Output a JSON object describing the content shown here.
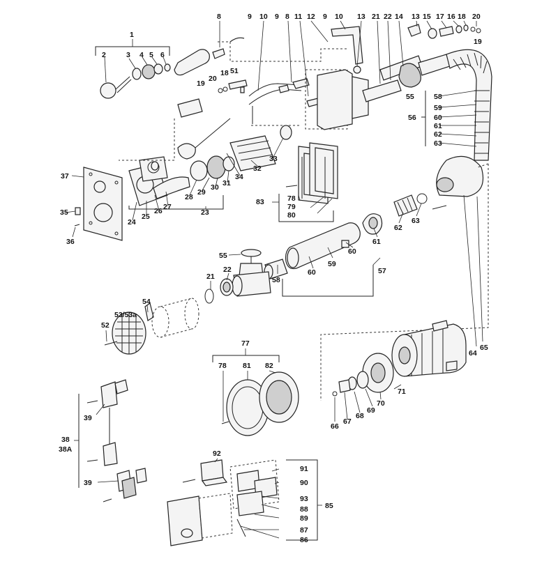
{
  "diagram": {
    "labels": [
      {
        "id": "1",
        "text": "1"
      },
      {
        "id": "2",
        "text": "2"
      },
      {
        "id": "3",
        "text": "3"
      },
      {
        "id": "4",
        "text": "4"
      },
      {
        "id": "5",
        "text": "5"
      },
      {
        "id": "6",
        "text": "6"
      },
      {
        "id": "8a",
        "text": "8"
      },
      {
        "id": "9a",
        "text": "9"
      },
      {
        "id": "10a",
        "text": "10"
      },
      {
        "id": "9b",
        "text": "9"
      },
      {
        "id": "8b",
        "text": "8"
      },
      {
        "id": "11",
        "text": "11"
      },
      {
        "id": "12",
        "text": "12"
      },
      {
        "id": "9c",
        "text": "9"
      },
      {
        "id": "10b",
        "text": "10"
      },
      {
        "id": "13a",
        "text": "13"
      },
      {
        "id": "21a",
        "text": "21"
      },
      {
        "id": "22a",
        "text": "22"
      },
      {
        "id": "14",
        "text": "14"
      },
      {
        "id": "13b",
        "text": "13"
      },
      {
        "id": "15",
        "text": "15"
      },
      {
        "id": "17",
        "text": "17"
      },
      {
        "id": "16",
        "text": "16"
      },
      {
        "id": "18a",
        "text": "18"
      },
      {
        "id": "20a",
        "text": "20"
      },
      {
        "id": "19a",
        "text": "19"
      },
      {
        "id": "20b",
        "text": "20"
      },
      {
        "id": "18b",
        "text": "18"
      },
      {
        "id": "51",
        "text": "51"
      },
      {
        "id": "19b",
        "text": "19"
      },
      {
        "id": "55a",
        "text": "55"
      },
      {
        "id": "58a",
        "text": "58"
      },
      {
        "id": "59a",
        "text": "59"
      },
      {
        "id": "56",
        "text": "56"
      },
      {
        "id": "60a",
        "text": "60"
      },
      {
        "id": "61a",
        "text": "61"
      },
      {
        "id": "62a",
        "text": "62"
      },
      {
        "id": "63a",
        "text": "63"
      },
      {
        "id": "37",
        "text": "37"
      },
      {
        "id": "33",
        "text": "33"
      },
      {
        "id": "34",
        "text": "34"
      },
      {
        "id": "32",
        "text": "32"
      },
      {
        "id": "31",
        "text": "31"
      },
      {
        "id": "30",
        "text": "30"
      },
      {
        "id": "29",
        "text": "29"
      },
      {
        "id": "28",
        "text": "28"
      },
      {
        "id": "27",
        "text": "27"
      },
      {
        "id": "26",
        "text": "26"
      },
      {
        "id": "25",
        "text": "25"
      },
      {
        "id": "24",
        "text": "24"
      },
      {
        "id": "23",
        "text": "23"
      },
      {
        "id": "35",
        "text": "35"
      },
      {
        "id": "36",
        "text": "36"
      },
      {
        "id": "83",
        "text": "83"
      },
      {
        "id": "78a",
        "text": "78"
      },
      {
        "id": "79",
        "text": "79"
      },
      {
        "id": "80",
        "text": "80"
      },
      {
        "id": "62b",
        "text": "62"
      },
      {
        "id": "63b",
        "text": "63"
      },
      {
        "id": "61b",
        "text": "61"
      },
      {
        "id": "60b",
        "text": "60"
      },
      {
        "id": "60c",
        "text": "60"
      },
      {
        "id": "59b",
        "text": "59"
      },
      {
        "id": "57",
        "text": "57"
      },
      {
        "id": "58b",
        "text": "58"
      },
      {
        "id": "55b",
        "text": "55"
      },
      {
        "id": "22b",
        "text": "22"
      },
      {
        "id": "21b",
        "text": "21"
      },
      {
        "id": "54",
        "text": "54"
      },
      {
        "id": "53",
        "text": "53/53a"
      },
      {
        "id": "52",
        "text": "52"
      },
      {
        "id": "64",
        "text": "64"
      },
      {
        "id": "65",
        "text": "65"
      },
      {
        "id": "77",
        "text": "77"
      },
      {
        "id": "78b",
        "text": "78"
      },
      {
        "id": "81",
        "text": "81"
      },
      {
        "id": "82",
        "text": "82"
      },
      {
        "id": "71",
        "text": "71"
      },
      {
        "id": "70",
        "text": "70"
      },
      {
        "id": "69",
        "text": "69"
      },
      {
        "id": "68",
        "text": "68"
      },
      {
        "id": "67",
        "text": "67"
      },
      {
        "id": "66",
        "text": "66"
      },
      {
        "id": "39a",
        "text": "39"
      },
      {
        "id": "38",
        "text": "38"
      },
      {
        "id": "38A",
        "text": "38A"
      },
      {
        "id": "39b",
        "text": "39"
      },
      {
        "id": "92",
        "text": "92"
      },
      {
        "id": "91",
        "text": "91"
      },
      {
        "id": "90",
        "text": "90"
      },
      {
        "id": "93",
        "text": "93"
      },
      {
        "id": "88",
        "text": "88"
      },
      {
        "id": "89",
        "text": "89"
      },
      {
        "id": "85",
        "text": "85"
      },
      {
        "id": "87",
        "text": "87"
      },
      {
        "id": "86",
        "text": "86"
      }
    ]
  }
}
